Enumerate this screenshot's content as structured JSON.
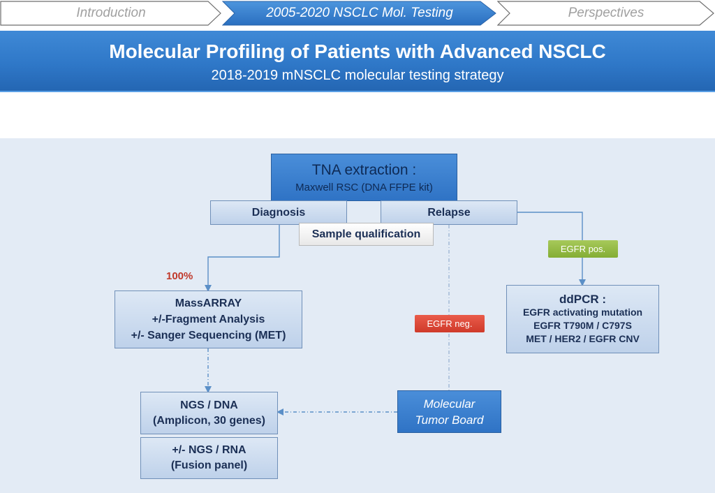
{
  "nav": {
    "steps": [
      {
        "label": "Introduction",
        "state": "inactive"
      },
      {
        "label": "2005-2020 NSCLC Mol. Testing",
        "state": "active"
      },
      {
        "label": "Perspectives",
        "state": "inactive"
      }
    ]
  },
  "header": {
    "title": "Molecular Profiling of Patients with Advanced NSCLC",
    "subtitle": "2018-2019 mNSCLC molecular testing strategy"
  },
  "diagram": {
    "tna": {
      "line1": "TNA extraction :",
      "line2": "Maxwell RSC (DNA FFPE kit)"
    },
    "diagnosis": "Diagnosis",
    "relapse": "Relapse",
    "sample_qualification": "Sample qualification",
    "percent": "100%",
    "massarray": {
      "line1": "MassARRAY",
      "line2": "+/-Fragment Analysis",
      "line3": "+/- Sanger Sequencing (MET)"
    },
    "egfr_pos": "EGFR pos.",
    "egfr_neg": "EGFR neg.",
    "ddpcr": {
      "heading": "ddPCR :",
      "line1": "EGFR activating mutation",
      "line2": "EGFR T790M / C797S",
      "line3": "MET / HER2 / EGFR CNV"
    },
    "ngs_dna": {
      "line1": "NGS / DNA",
      "line2": "(Amplicon, 30 genes)"
    },
    "ngs_rna": {
      "line1": "+/- NGS / RNA",
      "line2": "(Fusion panel)"
    },
    "mtb": {
      "line1": "Molecular",
      "line2": "Tumor Board"
    }
  },
  "colors": {
    "accent_blue": "#2f78c8",
    "egfr_pos_green": "#8fb83f",
    "egfr_neg_red": "#d94535",
    "percent_red": "#c0392b",
    "connector": "#5b8fc7"
  }
}
